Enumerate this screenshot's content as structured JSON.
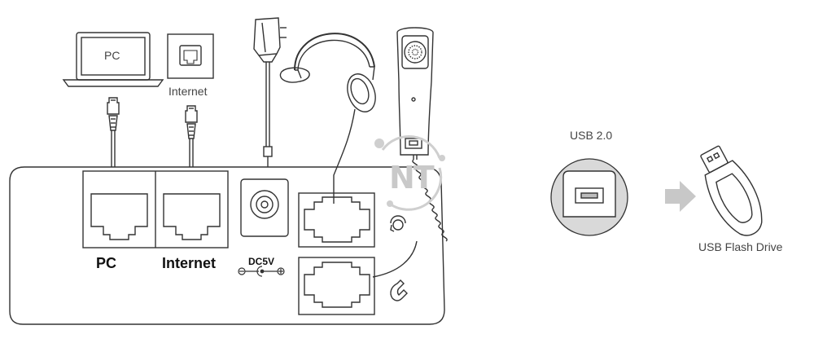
{
  "labels": {
    "laptop_screen": "PC",
    "internet_top": "Internet",
    "port_pc": "PC",
    "port_internet": "Internet",
    "power": "DC5V",
    "usb_version": "USB 2.0",
    "usb_drive": "USB Flash Drive"
  },
  "watermark": "NT",
  "colors": {
    "line": "#333333",
    "usb_circle_fill": "#d9d9d9",
    "arrow": "#c8c8c8",
    "watermark": "#c9c9c9"
  }
}
